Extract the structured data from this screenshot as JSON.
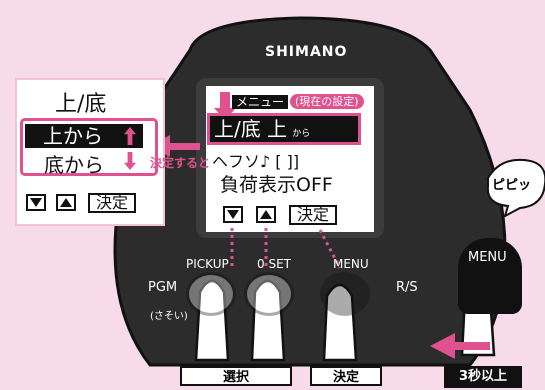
{
  "device": {
    "brand": "SHIMANO",
    "buttons": {
      "pickup": "PICKUP",
      "zero_set": "0 SET",
      "menu": "MENU",
      "pgm": "PGM",
      "rs": "R/S",
      "sasoi": "(さそい)"
    }
  },
  "lcd": {
    "menu_header": "メニュー",
    "current_setting_tag": "(現在の設定)",
    "selected_row": "上/底 上",
    "selected_row_small": "から",
    "row2": "ヘフソ♪  [ ]]",
    "row3": "負荷表示OFF",
    "keys": {
      "confirm": "決定"
    }
  },
  "popup": {
    "title": "上/底",
    "option_selected": "上から",
    "option_other": "底から",
    "keys": {
      "confirm": "決定"
    }
  },
  "annotations": {
    "confirm_then": "決定すると",
    "beep": "ピピッ",
    "hold_badge": "3秒以上"
  },
  "bottom_labels": {
    "select": "選択",
    "confirm": "決定"
  },
  "colors": {
    "background": "#f7dbe8",
    "body": "#2c2c2c",
    "accent": "#e0528f",
    "lcd": "#ffffff"
  },
  "icons": [
    "hand-pointer-icon",
    "arrow-left-icon",
    "triangle-down-icon",
    "triangle-up-icon",
    "speech-bubble-icon"
  ]
}
